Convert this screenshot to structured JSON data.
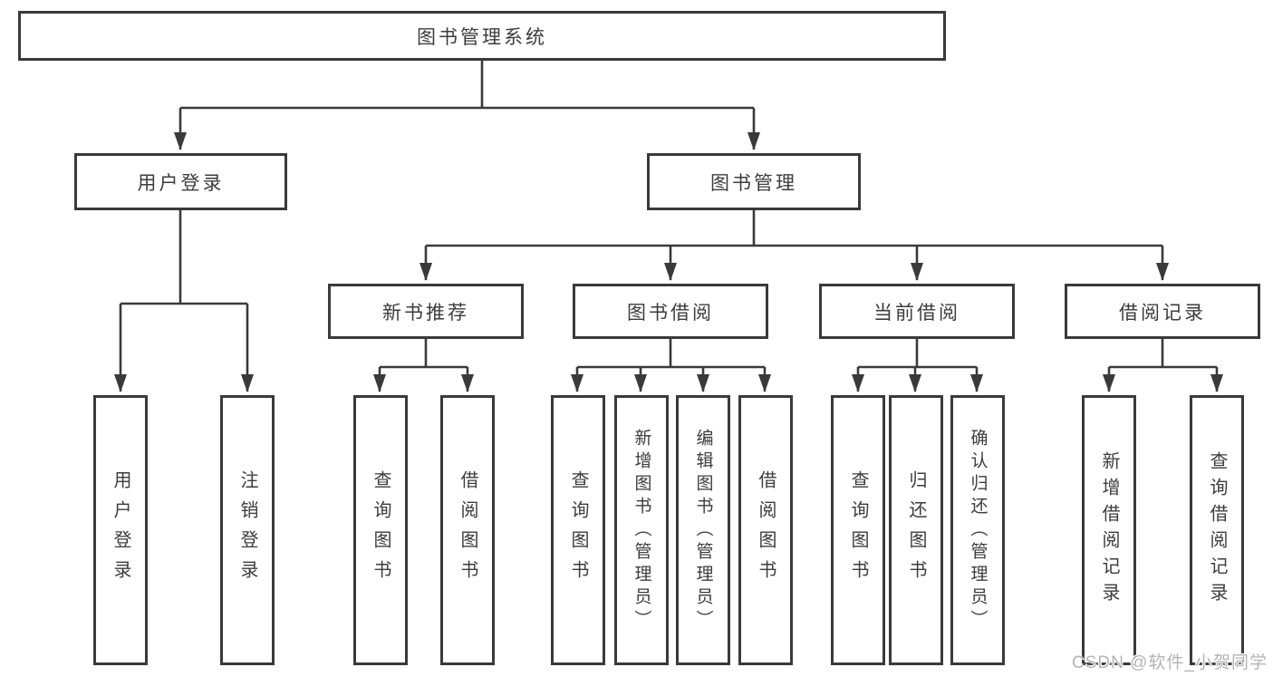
{
  "tree": {
    "root": "图书管理系统",
    "branches": [
      {
        "label": "用户登录",
        "children": [
          "用户登录",
          "注销登录"
        ]
      },
      {
        "label": "图书管理",
        "children": [
          {
            "label": "新书推荐",
            "children": [
              "查询图书",
              "借阅图书"
            ]
          },
          {
            "label": "图书借阅",
            "children": [
              "查询图书",
              "新增图书（管理员）",
              "编辑图书（管理员）",
              "借阅图书"
            ]
          },
          {
            "label": "当前借阅",
            "children": [
              "查询图书",
              "归还图书",
              "确认归还（管理员）"
            ]
          },
          {
            "label": "借阅记录",
            "children": [
              "新增借阅记录",
              "查询借阅记录"
            ]
          }
        ]
      }
    ]
  },
  "colors": {
    "line": "#3a3a3a",
    "text": "#3c3c3c",
    "watermark": "#b4b4b4",
    "background": "#ffffff"
  },
  "watermark": "CSDN @软件_小贺同学"
}
